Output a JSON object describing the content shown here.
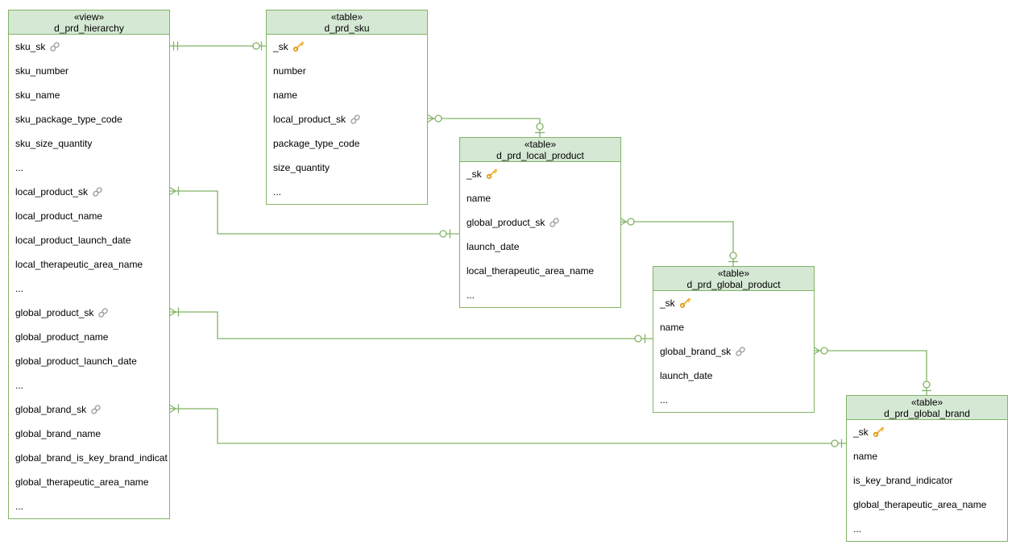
{
  "diagram": {
    "background_color": "#ffffff",
    "colors": {
      "entity_border": "#82b366",
      "entity_header_fill": "#d5e8d4",
      "entity_body_fill": "#ffffff",
      "connector": "#82b366",
      "text": "#000000",
      "key_icon": "#f0b232",
      "key_icon_outline": "#cf9324",
      "link_icon": "#9e9e9e"
    },
    "entities": [
      {
        "stereotype": "«view»",
        "name": "d_prd_hierarchy",
        "fields": [
          {
            "text": "sku_sk",
            "icon": "link-icon"
          },
          {
            "text": "sku_number"
          },
          {
            "text": "sku_name"
          },
          {
            "text": "sku_package_type_code"
          },
          {
            "text": "sku_size_quantity"
          },
          {
            "text": "..."
          },
          {
            "text": "local_product_sk",
            "icon": "link-icon"
          },
          {
            "text": "local_product_name"
          },
          {
            "text": "local_product_launch_date"
          },
          {
            "text": "local_therapeutic_area_name"
          },
          {
            "text": "..."
          },
          {
            "text": "global_product_sk",
            "icon": "link-icon"
          },
          {
            "text": "global_product_name"
          },
          {
            "text": "global_product_launch_date"
          },
          {
            "text": "..."
          },
          {
            "text": "global_brand_sk",
            "icon": "link-icon"
          },
          {
            "text": "global_brand_name"
          },
          {
            "text": "global_brand_is_key_brand_indicat"
          },
          {
            "text": "global_therapeutic_area_name"
          },
          {
            "text": "..."
          }
        ]
      },
      {
        "stereotype": "«table»",
        "name": "d_prd_sku",
        "fields": [
          {
            "text": "_sk",
            "icon": "key-icon"
          },
          {
            "text": "number"
          },
          {
            "text": "name"
          },
          {
            "text": "local_product_sk",
            "icon": "link-icon"
          },
          {
            "text": "package_type_code"
          },
          {
            "text": "size_quantity"
          },
          {
            "text": "..."
          }
        ]
      },
      {
        "stereotype": "«table»",
        "name": "d_prd_local_product",
        "fields": [
          {
            "text": "_sk",
            "icon": "key-icon"
          },
          {
            "text": "name"
          },
          {
            "text": "global_product_sk",
            "icon": "link-icon"
          },
          {
            "text": "launch_date"
          },
          {
            "text": "local_therapeutic_area_name"
          },
          {
            "text": "..."
          }
        ]
      },
      {
        "stereotype": "«table»",
        "name": "d_prd_global_product",
        "fields": [
          {
            "text": "_sk",
            "icon": "key-icon"
          },
          {
            "text": "name"
          },
          {
            "text": "global_brand_sk",
            "icon": "link-icon"
          },
          {
            "text": "launch_date"
          },
          {
            "text": "..."
          }
        ]
      },
      {
        "stereotype": "«table»",
        "name": "d_prd_global_brand",
        "fields": [
          {
            "text": "_sk",
            "icon": "key-icon"
          },
          {
            "text": "name"
          },
          {
            "text": "is_key_brand_indicator"
          },
          {
            "text": "global_therapeutic_area_name"
          },
          {
            "text": "..."
          }
        ]
      }
    ],
    "relationships": [
      {
        "from": "d_prd_hierarchy.sku_sk",
        "to": "d_prd_sku._sk",
        "from_marker": "exactly-one",
        "to_marker": "zero-or-one"
      },
      {
        "from": "d_prd_sku.local_product_sk",
        "to": "d_prd_local_product",
        "from_marker": "zero-or-many",
        "to_marker": "zero-or-one"
      },
      {
        "from": "d_prd_hierarchy.local_product_sk",
        "to": "d_prd_local_product",
        "from_marker": "one-or-many",
        "to_marker": "zero-or-one"
      },
      {
        "from": "d_prd_local_product.global_product_sk",
        "to": "d_prd_global_product",
        "from_marker": "zero-or-many",
        "to_marker": "zero-or-one"
      },
      {
        "from": "d_prd_hierarchy.global_product_sk",
        "to": "d_prd_global_product",
        "from_marker": "one-or-many",
        "to_marker": "zero-or-one"
      },
      {
        "from": "d_prd_global_product.global_brand_sk",
        "to": "d_prd_global_brand",
        "from_marker": "zero-or-many",
        "to_marker": "zero-or-one"
      },
      {
        "from": "d_prd_hierarchy.global_brand_sk",
        "to": "d_prd_global_brand",
        "from_marker": "one-or-many",
        "to_marker": "zero-or-one"
      }
    ]
  }
}
